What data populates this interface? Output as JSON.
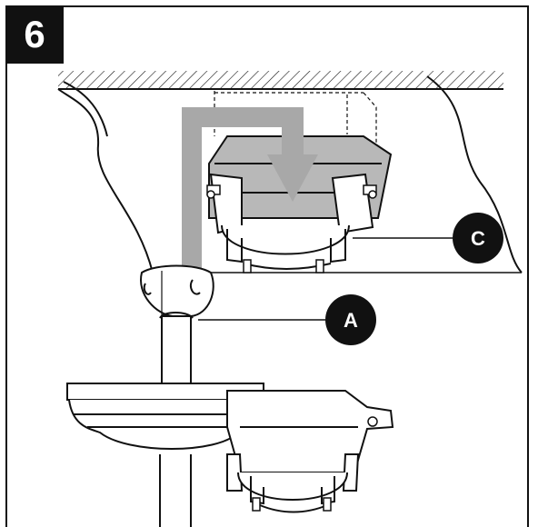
{
  "step": {
    "number": "6"
  },
  "callouts": {
    "a": {
      "label": "A"
    },
    "c": {
      "label": "C"
    }
  },
  "colors": {
    "outline": "#111111",
    "arrow": "#a8a8a8",
    "plate_fill": "#b8b8b8",
    "badge_bg": "#111111",
    "badge_text": "#ffffff"
  }
}
